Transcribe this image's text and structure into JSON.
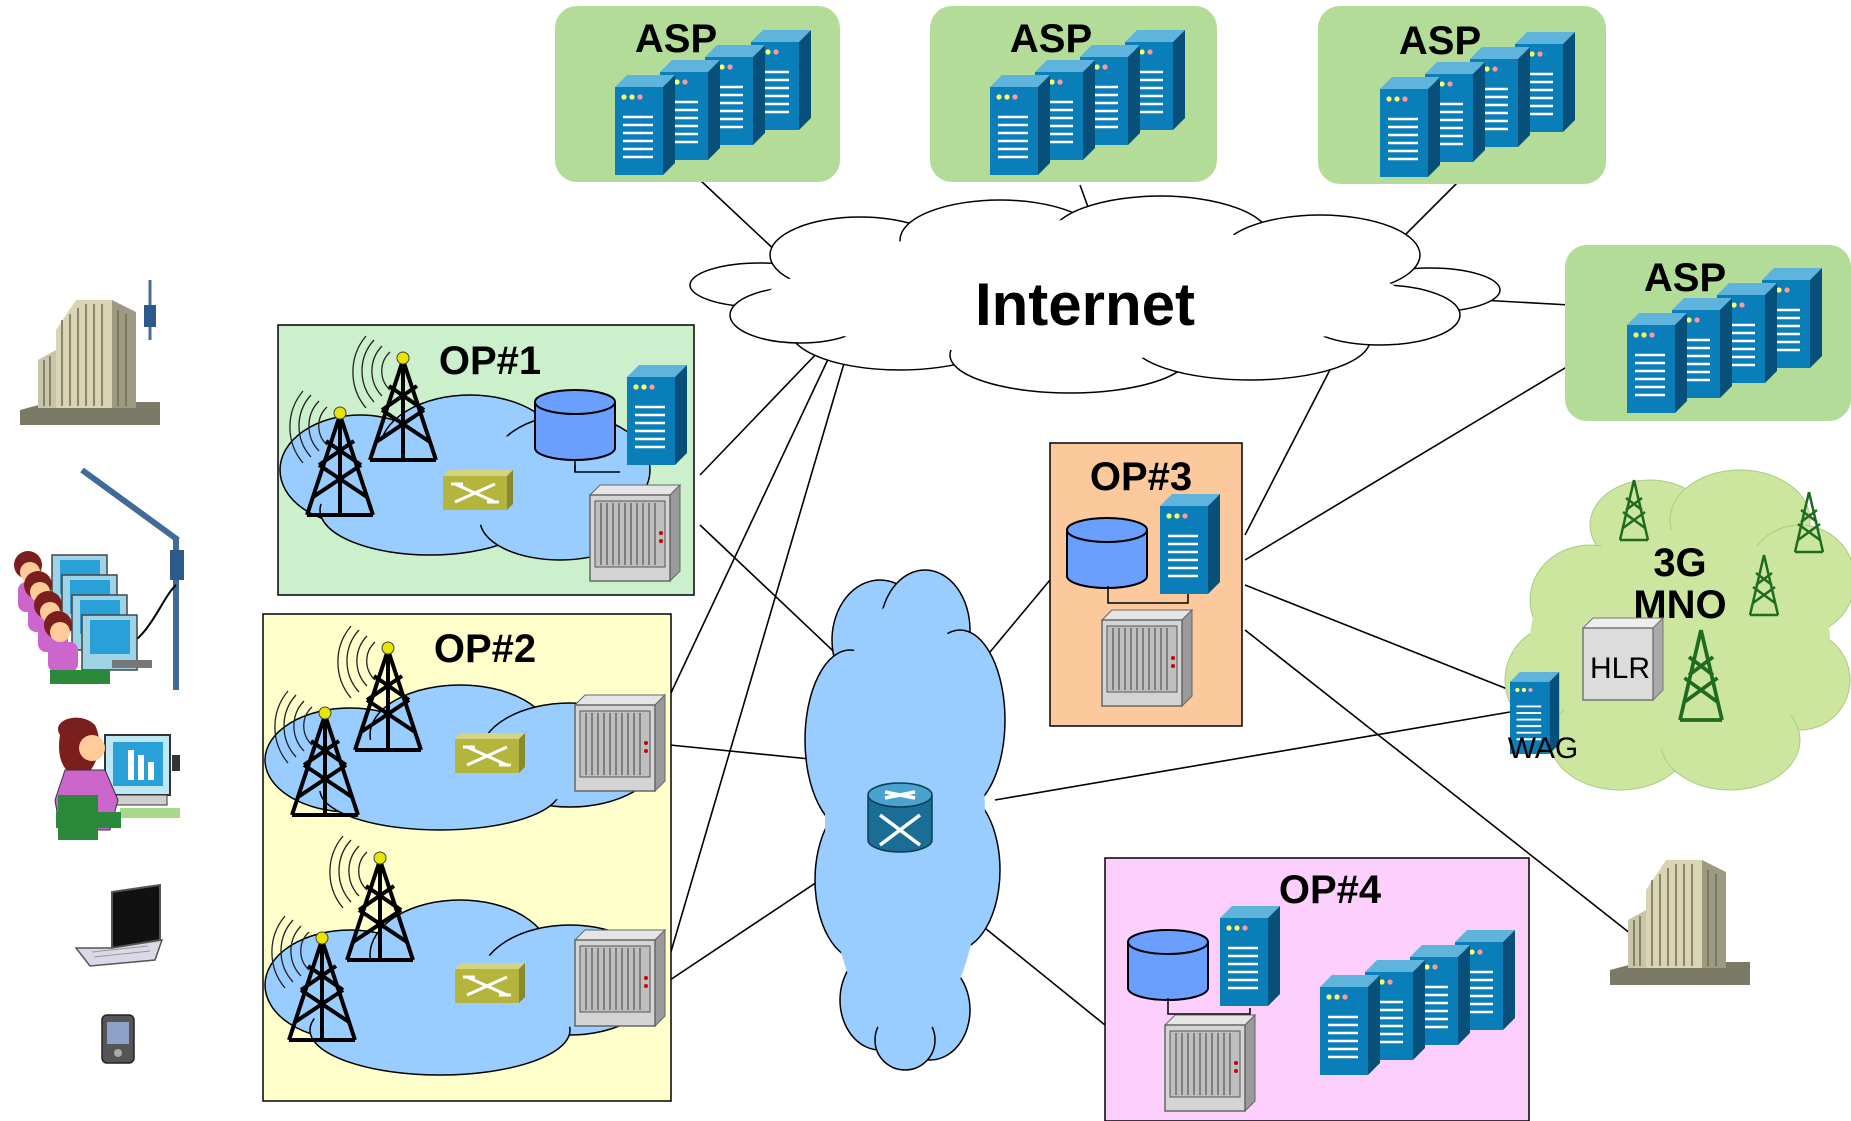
{
  "internet": {
    "label": "Internet"
  },
  "asp_boxes": [
    {
      "label": "ASP"
    },
    {
      "label": "ASP"
    },
    {
      "label": "ASP"
    },
    {
      "label": "ASP"
    }
  ],
  "operators": [
    {
      "label": "OP#1"
    },
    {
      "label": "OP#2"
    },
    {
      "label": "OP#3"
    },
    {
      "label": "OP#4"
    }
  ],
  "mno": {
    "line1": "3G",
    "line2": "MNO",
    "hlr_label": "HLR",
    "wag_label": "WAG"
  },
  "colors": {
    "asp_fill": "#b3dc98",
    "op1_fill": "#ccf0cc",
    "op2_fill": "#ffffcc",
    "op3_fill": "#fcc99c",
    "op4_fill": "#fccffc",
    "cloud_blue": "#99ccff",
    "cloud_green": "#cce6a0",
    "server_blue": "#0a7eb9",
    "db_blue": "#6b9fff"
  },
  "icons": [
    "building-icon",
    "antenna-pole-icon",
    "users-workstations-icon",
    "user-workstation-icon",
    "laptop-icon",
    "pda-icon",
    "cell-tower-icon",
    "switch-icon",
    "router-icon",
    "server-icon",
    "database-icon",
    "equipment-rack-icon"
  ]
}
